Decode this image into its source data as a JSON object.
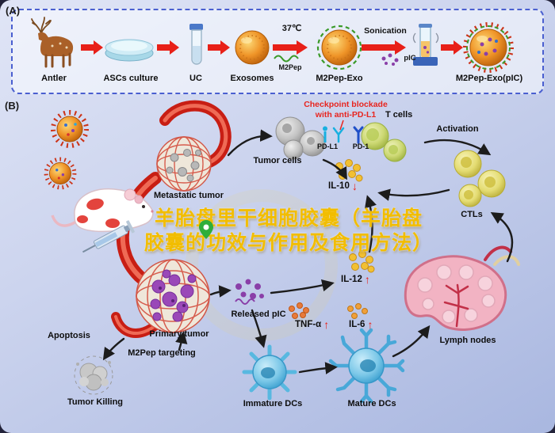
{
  "colors": {
    "accent_red": "#e82018",
    "checkpoint_red": "#e8251f",
    "watermark_yellow": "#f2bd00",
    "background_top": "#e0e5f6",
    "background_bottom": "#a9b7e0"
  },
  "panelA": {
    "label": "(A)",
    "steps": [
      "Antler",
      "ASCs culture",
      "UC",
      "Exosomes",
      "M2Pep-Exo",
      "M2Pep-Exo(pIC)"
    ],
    "temperature": "37℃",
    "m2pep": "M2Pep",
    "sonication": "Sonication",
    "pic": "pIC"
  },
  "panelB": {
    "label": "(B)",
    "checkpoint_line1": "Checkpoint blockade",
    "checkpoint_line2": "with anti-PD-L1",
    "t_cells": "T cells",
    "activation": "Activation",
    "tumor_cells": "Tumor cells",
    "pd_l1": "PD-L1",
    "pd_1": "PD-1",
    "il10": "IL-10",
    "il10_arrow": "↓",
    "metastatic_tumor": "Metastatic tumor",
    "ctls": "CTLs",
    "il12": "IL-12",
    "il12_arrow": "↑",
    "released_pic": "Released pIC",
    "tnf_alpha": "TNF-α",
    "tnf_arrow": "↑",
    "il6": "IL-6",
    "il6_arrow": "↑",
    "lymph_nodes": "Lymph nodes",
    "apoptosis": "Apoptosis",
    "primary_tumor": "Primary tumor",
    "m2pep_targeting": "M2Pep targeting",
    "tumor_killing": "Tumor Killing",
    "immature_dcs": "Immature DCs",
    "mature_dcs": "Mature DCs"
  },
  "watermark": {
    "line1": "羊胎盘里干细胞胶囊（羊胎盘",
    "line2": "胶囊的功效与作用及食用方法）"
  }
}
